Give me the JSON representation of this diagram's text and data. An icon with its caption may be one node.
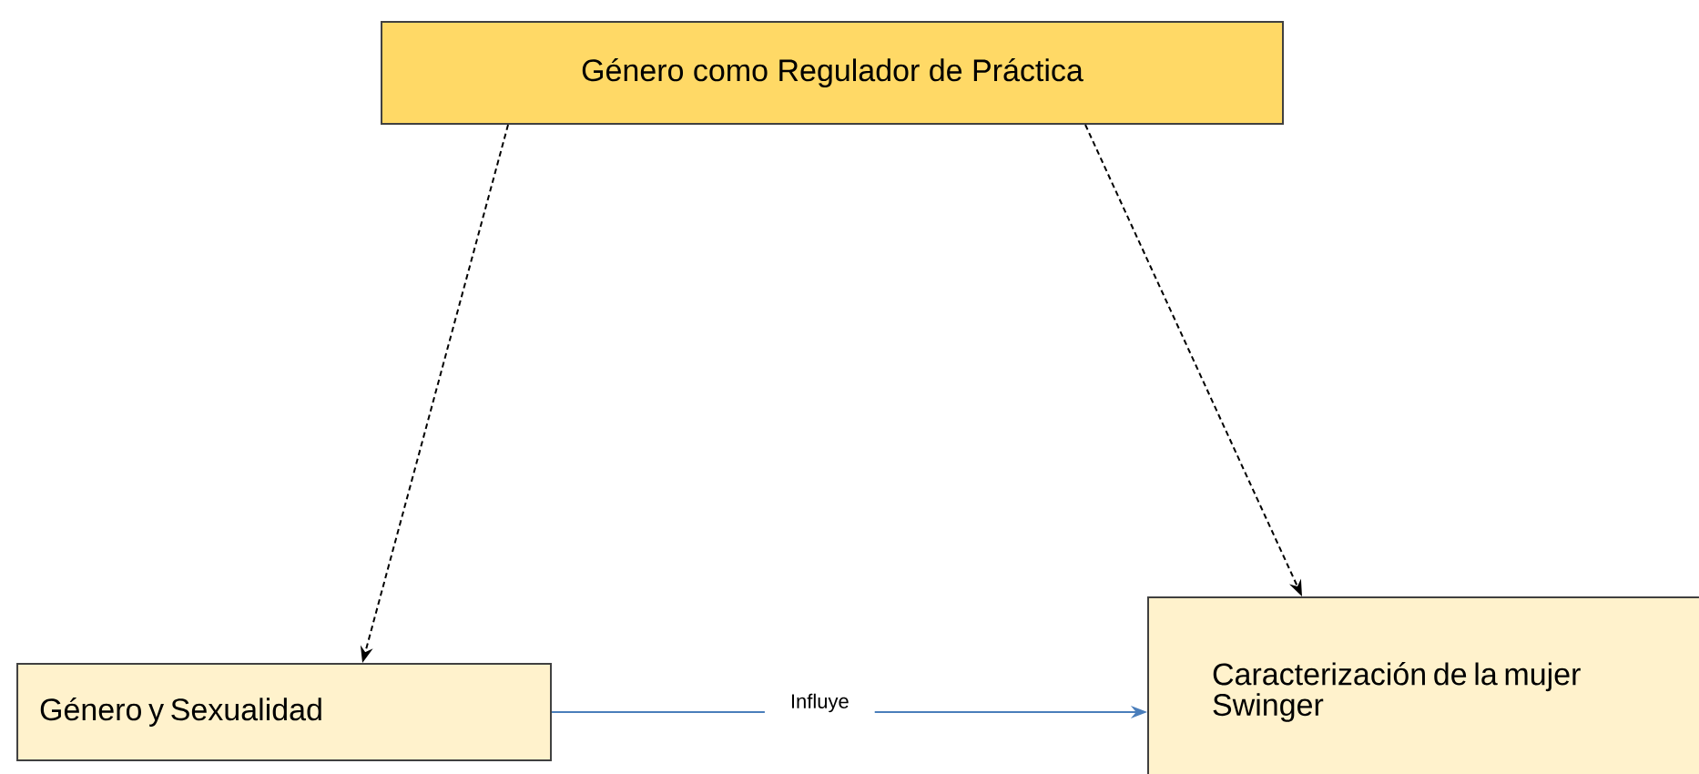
{
  "diagram": {
    "nodes": [
      {
        "text": [
          "Género como Regulador de Práctica"
        ]
      },
      {
        "text": [
          "Género y Sexualidad"
        ]
      },
      {
        "text": [
          "Caracterización de la mujer Swinger"
        ]
      }
    ],
    "edges": [
      {
        "from": 0,
        "to": 1,
        "arrow": "to",
        "style": "dashed"
      },
      {
        "from": 0,
        "to": 2,
        "arrow": "to",
        "style": "dashed"
      },
      {
        "from": 1,
        "to": 2,
        "arrow": "to",
        "label": "Influye",
        "color": "#4a7ebb"
      }
    ]
  }
}
